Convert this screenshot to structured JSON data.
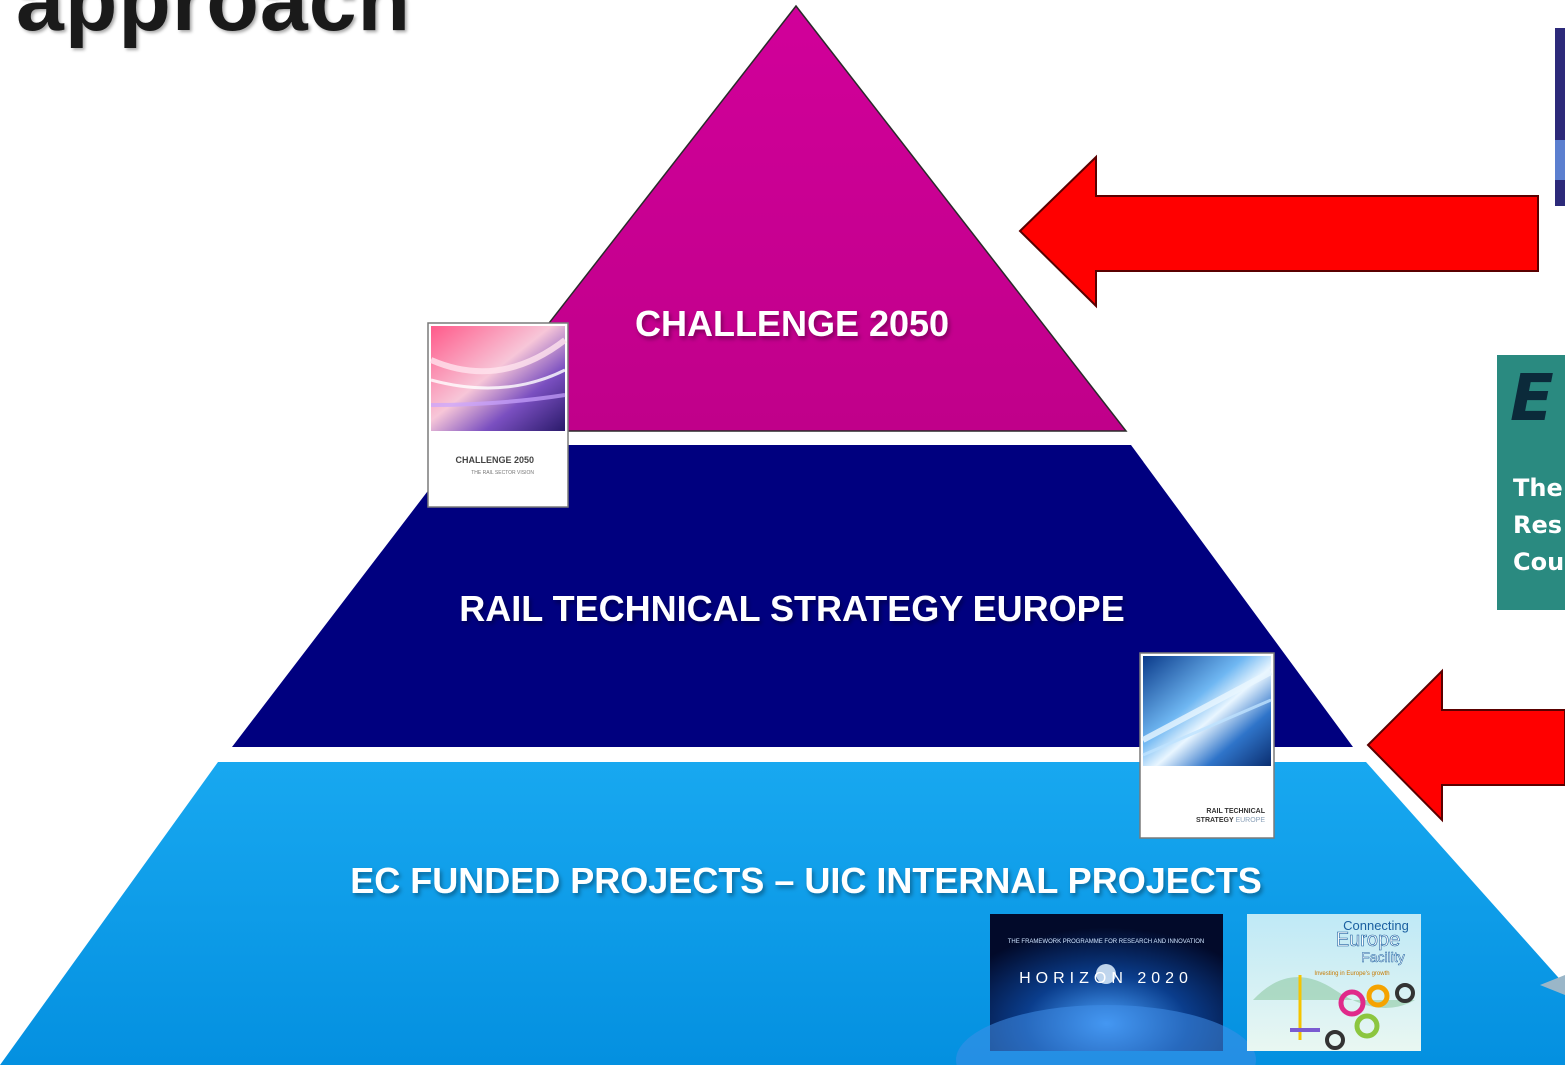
{
  "slide": {
    "title": "approach"
  },
  "pyramid": {
    "tiers": [
      {
        "label": "CHALLENGE 2050",
        "color": "#c8008f"
      },
      {
        "label": "RAIL TECHNICAL STRATEGY EUROPE",
        "color": "#00007f"
      },
      {
        "label": "EC FUNDED PROJECTS – UIC INTERNAL PROJECTS",
        "color": "#0a98e6"
      }
    ]
  },
  "covers": {
    "challenge": {
      "title": "CHALLENGE 2050",
      "subtitle": "THE RAIL SECTOR VISION"
    },
    "rts": {
      "title_line1": "RAIL TECHNICAL",
      "title_line2": "STRATEGY",
      "title_line2_light": "EUROPE"
    }
  },
  "logos": {
    "horizon": {
      "tagline": "THE FRAMEWORK PROGRAMME FOR RESEARCH AND INNOVATION",
      "name": "HORIZON 2020"
    },
    "cef": {
      "line1": "Connecting",
      "line2": "Europe",
      "line3": "Facility",
      "tagline": "Investing in Europe's growth"
    }
  },
  "right_panel": {
    "text_partial_big": "E",
    "lines": [
      "The",
      "Res",
      "Cou"
    ]
  },
  "arrow_color": "#ff0000"
}
